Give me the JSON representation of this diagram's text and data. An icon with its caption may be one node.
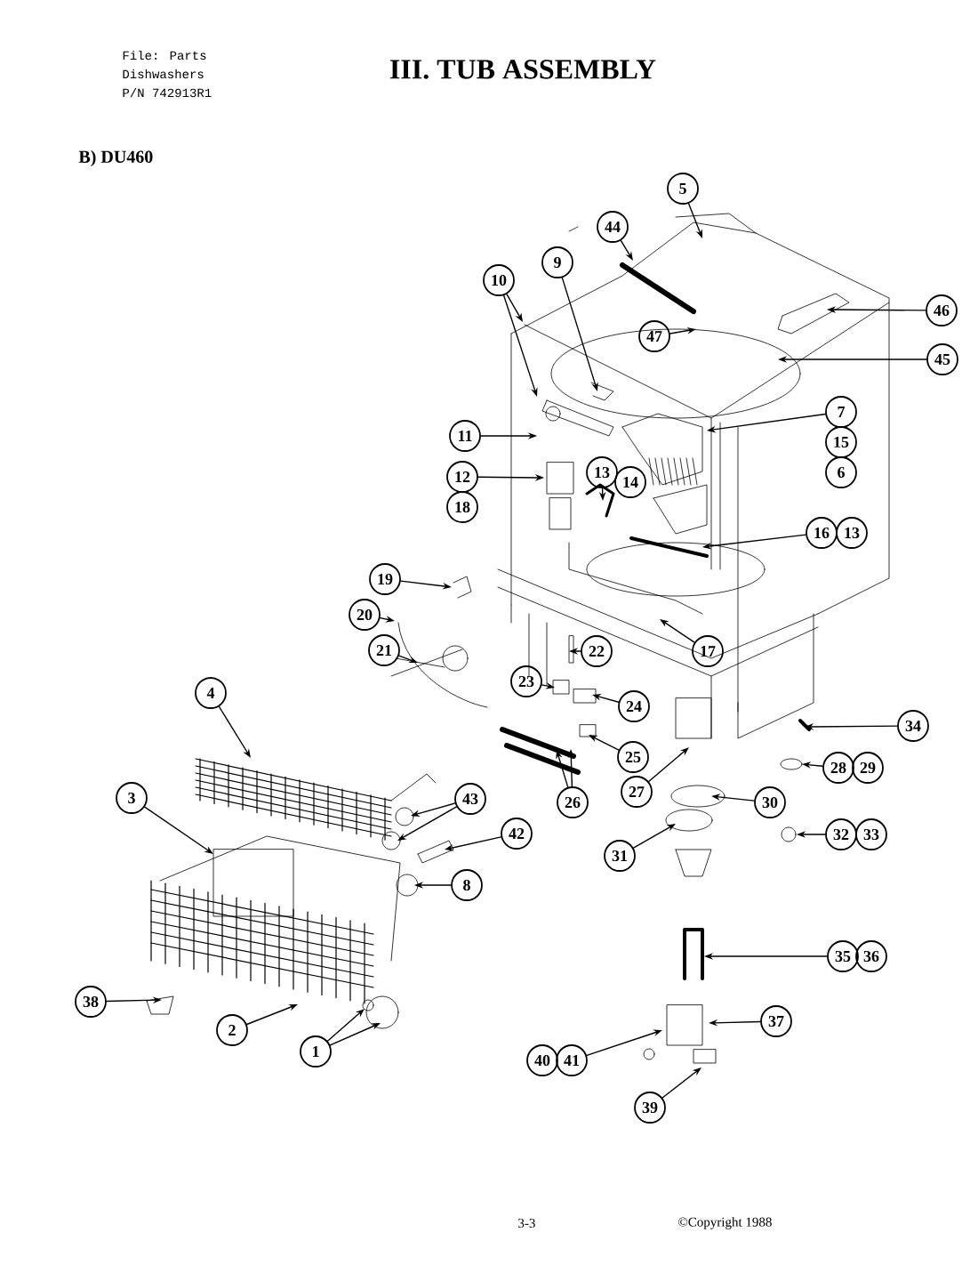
{
  "diagram": {
    "title": "III.  TUB ASSEMBLY",
    "nodes": [
      {
        "text": [
          "5"
        ]
      },
      {
        "text": [
          "44"
        ]
      },
      {
        "text": [
          "9"
        ]
      },
      {
        "text": [
          "10"
        ]
      },
      {
        "text": [
          "47"
        ]
      },
      {
        "text": [
          "46"
        ]
      },
      {
        "text": [
          "45"
        ]
      },
      {
        "text": [
          "11"
        ]
      },
      {
        "text": [
          "7"
        ]
      },
      {
        "text": [
          "15"
        ]
      },
      {
        "text": [
          "6"
        ]
      },
      {
        "text": [
          "12"
        ]
      },
      {
        "text": [
          "18"
        ]
      },
      {
        "text": [
          "13"
        ]
      },
      {
        "text": [
          "14"
        ]
      },
      {
        "text": [
          "16"
        ]
      },
      {
        "text": [
          "13"
        ]
      },
      {
        "text": [
          "19"
        ]
      },
      {
        "text": [
          "20"
        ]
      },
      {
        "text": [
          "21"
        ]
      },
      {
        "text": [
          "22"
        ]
      },
      {
        "text": [
          "17"
        ]
      },
      {
        "text": [
          "23"
        ]
      },
      {
        "text": [
          "24"
        ]
      },
      {
        "text": [
          "4"
        ]
      },
      {
        "text": [
          "34"
        ]
      },
      {
        "text": [
          "25"
        ]
      },
      {
        "text": [
          "28"
        ]
      },
      {
        "text": [
          "29"
        ]
      },
      {
        "text": [
          "27"
        ]
      },
      {
        "text": [
          "26"
        ]
      },
      {
        "text": [
          "3"
        ]
      },
      {
        "text": [
          "43"
        ]
      },
      {
        "text": [
          "30"
        ]
      },
      {
        "text": [
          "42"
        ]
      },
      {
        "text": [
          "32"
        ]
      },
      {
        "text": [
          "33"
        ]
      },
      {
        "text": [
          "31"
        ]
      },
      {
        "text": [
          "8"
        ]
      },
      {
        "text": [
          "35"
        ]
      },
      {
        "text": [
          "36"
        ]
      },
      {
        "text": [
          "38"
        ]
      },
      {
        "text": [
          "37"
        ]
      },
      {
        "text": [
          "2"
        ]
      },
      {
        "text": [
          "1"
        ]
      },
      {
        "text": [
          "40"
        ]
      },
      {
        "text": [
          "41"
        ]
      },
      {
        "text": [
          "39"
        ]
      }
    ],
    "edges": [
      {
        "from": 0,
        "to": null,
        "arrow": "to"
      },
      {
        "from": 1,
        "to": null,
        "arrow": "to"
      },
      {
        "from": 2,
        "to": null,
        "arrow": "to"
      },
      {
        "from": 3,
        "to": null,
        "arrow": "to"
      },
      {
        "from": 3,
        "to": null,
        "arrow": "to"
      },
      {
        "from": 4,
        "to": null,
        "arrow": "to"
      },
      {
        "from": 5,
        "to": null,
        "arrow": "to"
      },
      {
        "from": 6,
        "to": null,
        "arrow": "to"
      },
      {
        "from": 7,
        "to": null,
        "arrow": "to"
      },
      {
        "from": 8,
        "to": null,
        "arrow": "to"
      },
      {
        "from": 11,
        "to": null,
        "arrow": "to"
      },
      {
        "from": 13,
        "to": null,
        "arrow": "to"
      },
      {
        "from": 15,
        "to": null,
        "arrow": "to"
      },
      {
        "from": 17,
        "to": null,
        "arrow": "to"
      },
      {
        "from": 18,
        "to": null,
        "arrow": "to"
      },
      {
        "from": 19,
        "to": null,
        "arrow": "to"
      },
      {
        "from": 20,
        "to": null,
        "arrow": "to"
      },
      {
        "from": 21,
        "to": null,
        "arrow": "to"
      },
      {
        "from": 22,
        "to": null,
        "arrow": "to"
      },
      {
        "from": 23,
        "to": null,
        "arrow": "to"
      },
      {
        "from": 24,
        "to": null,
        "arrow": "to"
      },
      {
        "from": 25,
        "to": null,
        "arrow": "to"
      },
      {
        "from": 26,
        "to": null,
        "arrow": "to"
      },
      {
        "from": 27,
        "to": null,
        "arrow": "to"
      },
      {
        "from": 29,
        "to": null,
        "arrow": "to"
      },
      {
        "from": 30,
        "to": null,
        "arrow": "to"
      },
      {
        "from": 30,
        "to": null,
        "arrow": "to"
      },
      {
        "from": 31,
        "to": null,
        "arrow": "to"
      },
      {
        "from": 32,
        "to": null,
        "arrow": "to"
      },
      {
        "from": 32,
        "to": null,
        "arrow": "to"
      },
      {
        "from": 33,
        "to": null,
        "arrow": "to"
      },
      {
        "from": 34,
        "to": null,
        "arrow": "to"
      },
      {
        "from": 35,
        "to": null,
        "arrow": "to"
      },
      {
        "from": 37,
        "to": null,
        "arrow": "to"
      },
      {
        "from": 38,
        "to": null,
        "arrow": "to"
      },
      {
        "from": 39,
        "to": null,
        "arrow": "to"
      },
      {
        "from": 41,
        "to": null,
        "arrow": "to"
      },
      {
        "from": 42,
        "to": null,
        "arrow": "to"
      },
      {
        "from": 43,
        "to": null,
        "arrow": "to"
      },
      {
        "from": 44,
        "to": null,
        "arrow": "to"
      },
      {
        "from": 44,
        "to": null,
        "arrow": "to"
      },
      {
        "from": 46,
        "to": null,
        "arrow": "to"
      },
      {
        "from": 47,
        "to": null,
        "arrow": "to"
      }
    ],
    "labels": [
      "File: Parts",
      "Dishwashers",
      "P/N 742913R1",
      "B) DU460",
      "3-3",
      "©Copyright 1988"
    ]
  }
}
